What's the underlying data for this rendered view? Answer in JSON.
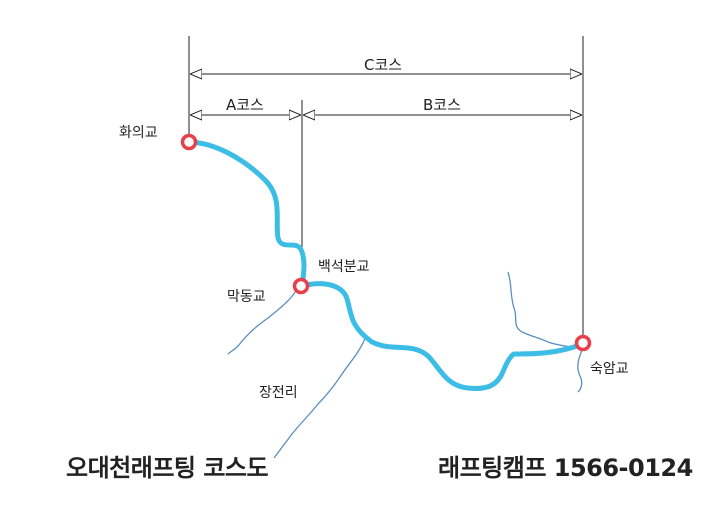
{
  "dimensions": {
    "course_c": "C코스",
    "course_a": "A코스",
    "course_b": "B코스"
  },
  "places": {
    "hwaui": "화의교",
    "baekseok": "백석분교",
    "makdong": "막동교",
    "sugam": "숙암교",
    "jangjeon": "장전리"
  },
  "footer": {
    "left_title": "오대천래프팅 코스도",
    "right_contact": "래프팅캠프 1566-0124"
  },
  "colors": {
    "river": "#3cbde6",
    "tributary": "#5a8fc0",
    "marker": "#e8404a",
    "line": "#222222"
  }
}
